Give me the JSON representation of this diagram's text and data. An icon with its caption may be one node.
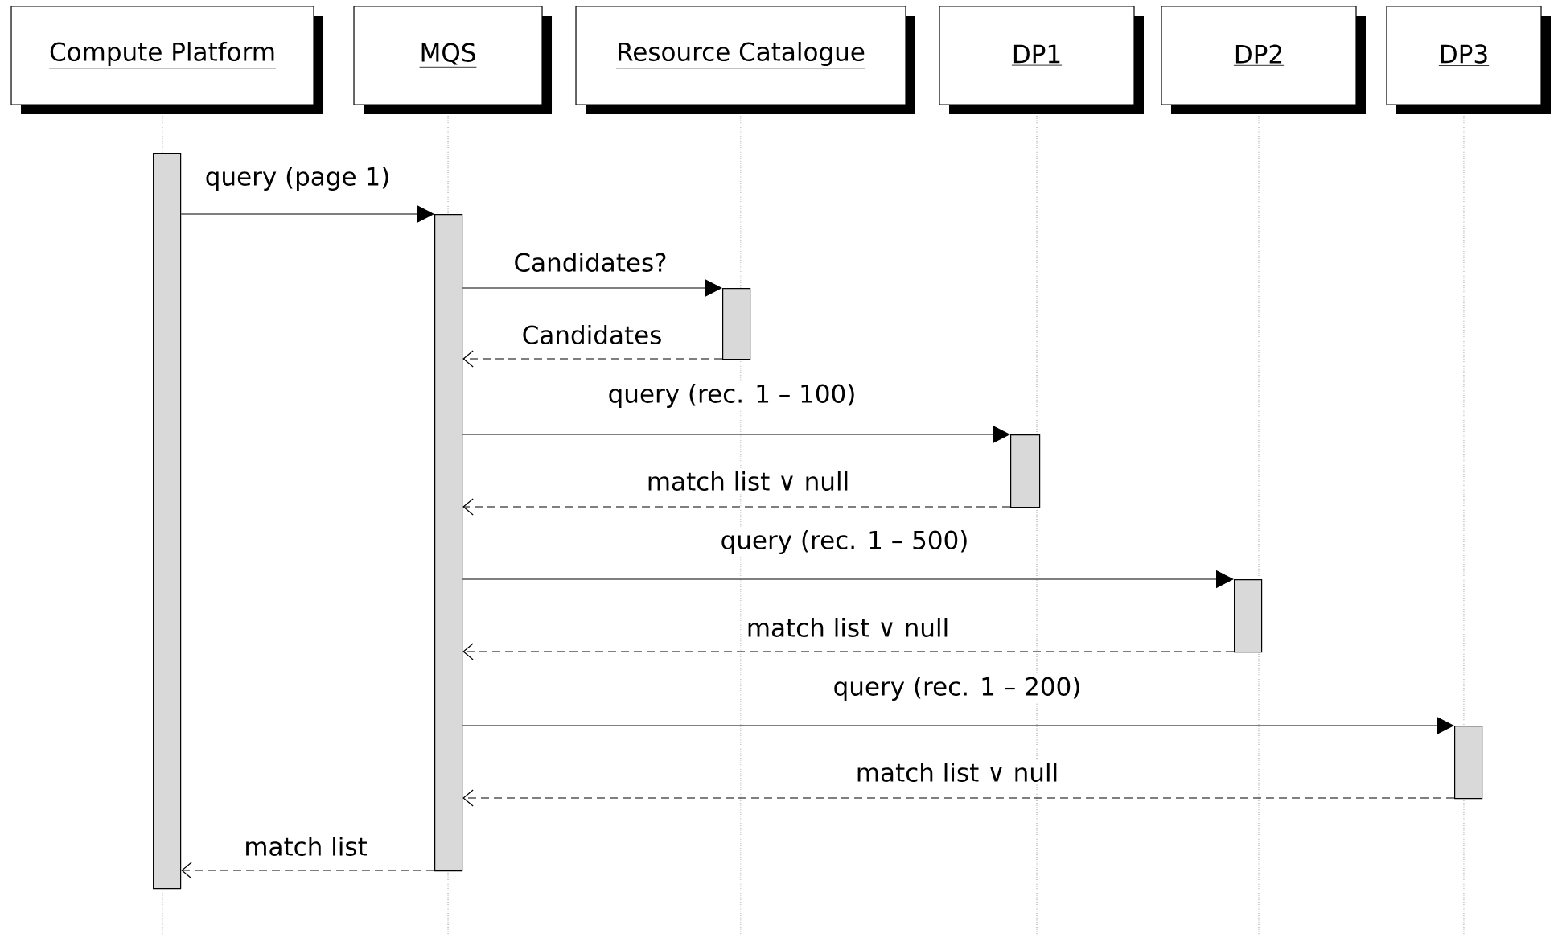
{
  "diagram": {
    "nodes": [
      {
        "text": [
          "Compute Platform"
        ]
      },
      {
        "text": [
          "MQS"
        ]
      },
      {
        "text": [
          "Resource Catalogue"
        ]
      },
      {
        "text": [
          "DP1"
        ]
      },
      {
        "text": [
          "DP2"
        ]
      },
      {
        "text": [
          "DP3"
        ]
      },
      {
        "text": [],
        "shape": "bar"
      },
      {
        "text": [],
        "shape": "bar"
      },
      {
        "text": [],
        "shape": "bar"
      },
      {
        "text": [],
        "shape": "bar"
      },
      {
        "text": [],
        "shape": "bar"
      },
      {
        "text": [],
        "shape": "bar"
      }
    ],
    "edges": [
      {
        "from": 6,
        "to": 7,
        "arrow": "to",
        "label": "query (page 1)"
      },
      {
        "from": 7,
        "to": 8,
        "arrow": "to",
        "label": "Candidates?"
      },
      {
        "from": 8,
        "to": 7,
        "arrow": "to",
        "label": "Candidates",
        "style": "dashed"
      },
      {
        "from": 7,
        "to": 9,
        "arrow": "to",
        "label": "query (rec. 1 – 100)"
      },
      {
        "from": 9,
        "to": 7,
        "arrow": "to",
        "label": "match list ∨ null",
        "style": "dashed"
      },
      {
        "from": 7,
        "to": 10,
        "arrow": "to",
        "label": "query (rec. 1 – 500)"
      },
      {
        "from": 10,
        "to": 7,
        "arrow": "to",
        "label": "match list ∨ null",
        "style": "dashed"
      },
      {
        "from": 7,
        "to": 11,
        "arrow": "to",
        "label": "query (rec. 1 – 200)"
      },
      {
        "from": 11,
        "to": 7,
        "arrow": "to",
        "label": "match list ∨ null",
        "style": "dashed"
      },
      {
        "from": 7,
        "to": 6,
        "arrow": "to",
        "label": "match list",
        "style": "dashed"
      }
    ]
  }
}
